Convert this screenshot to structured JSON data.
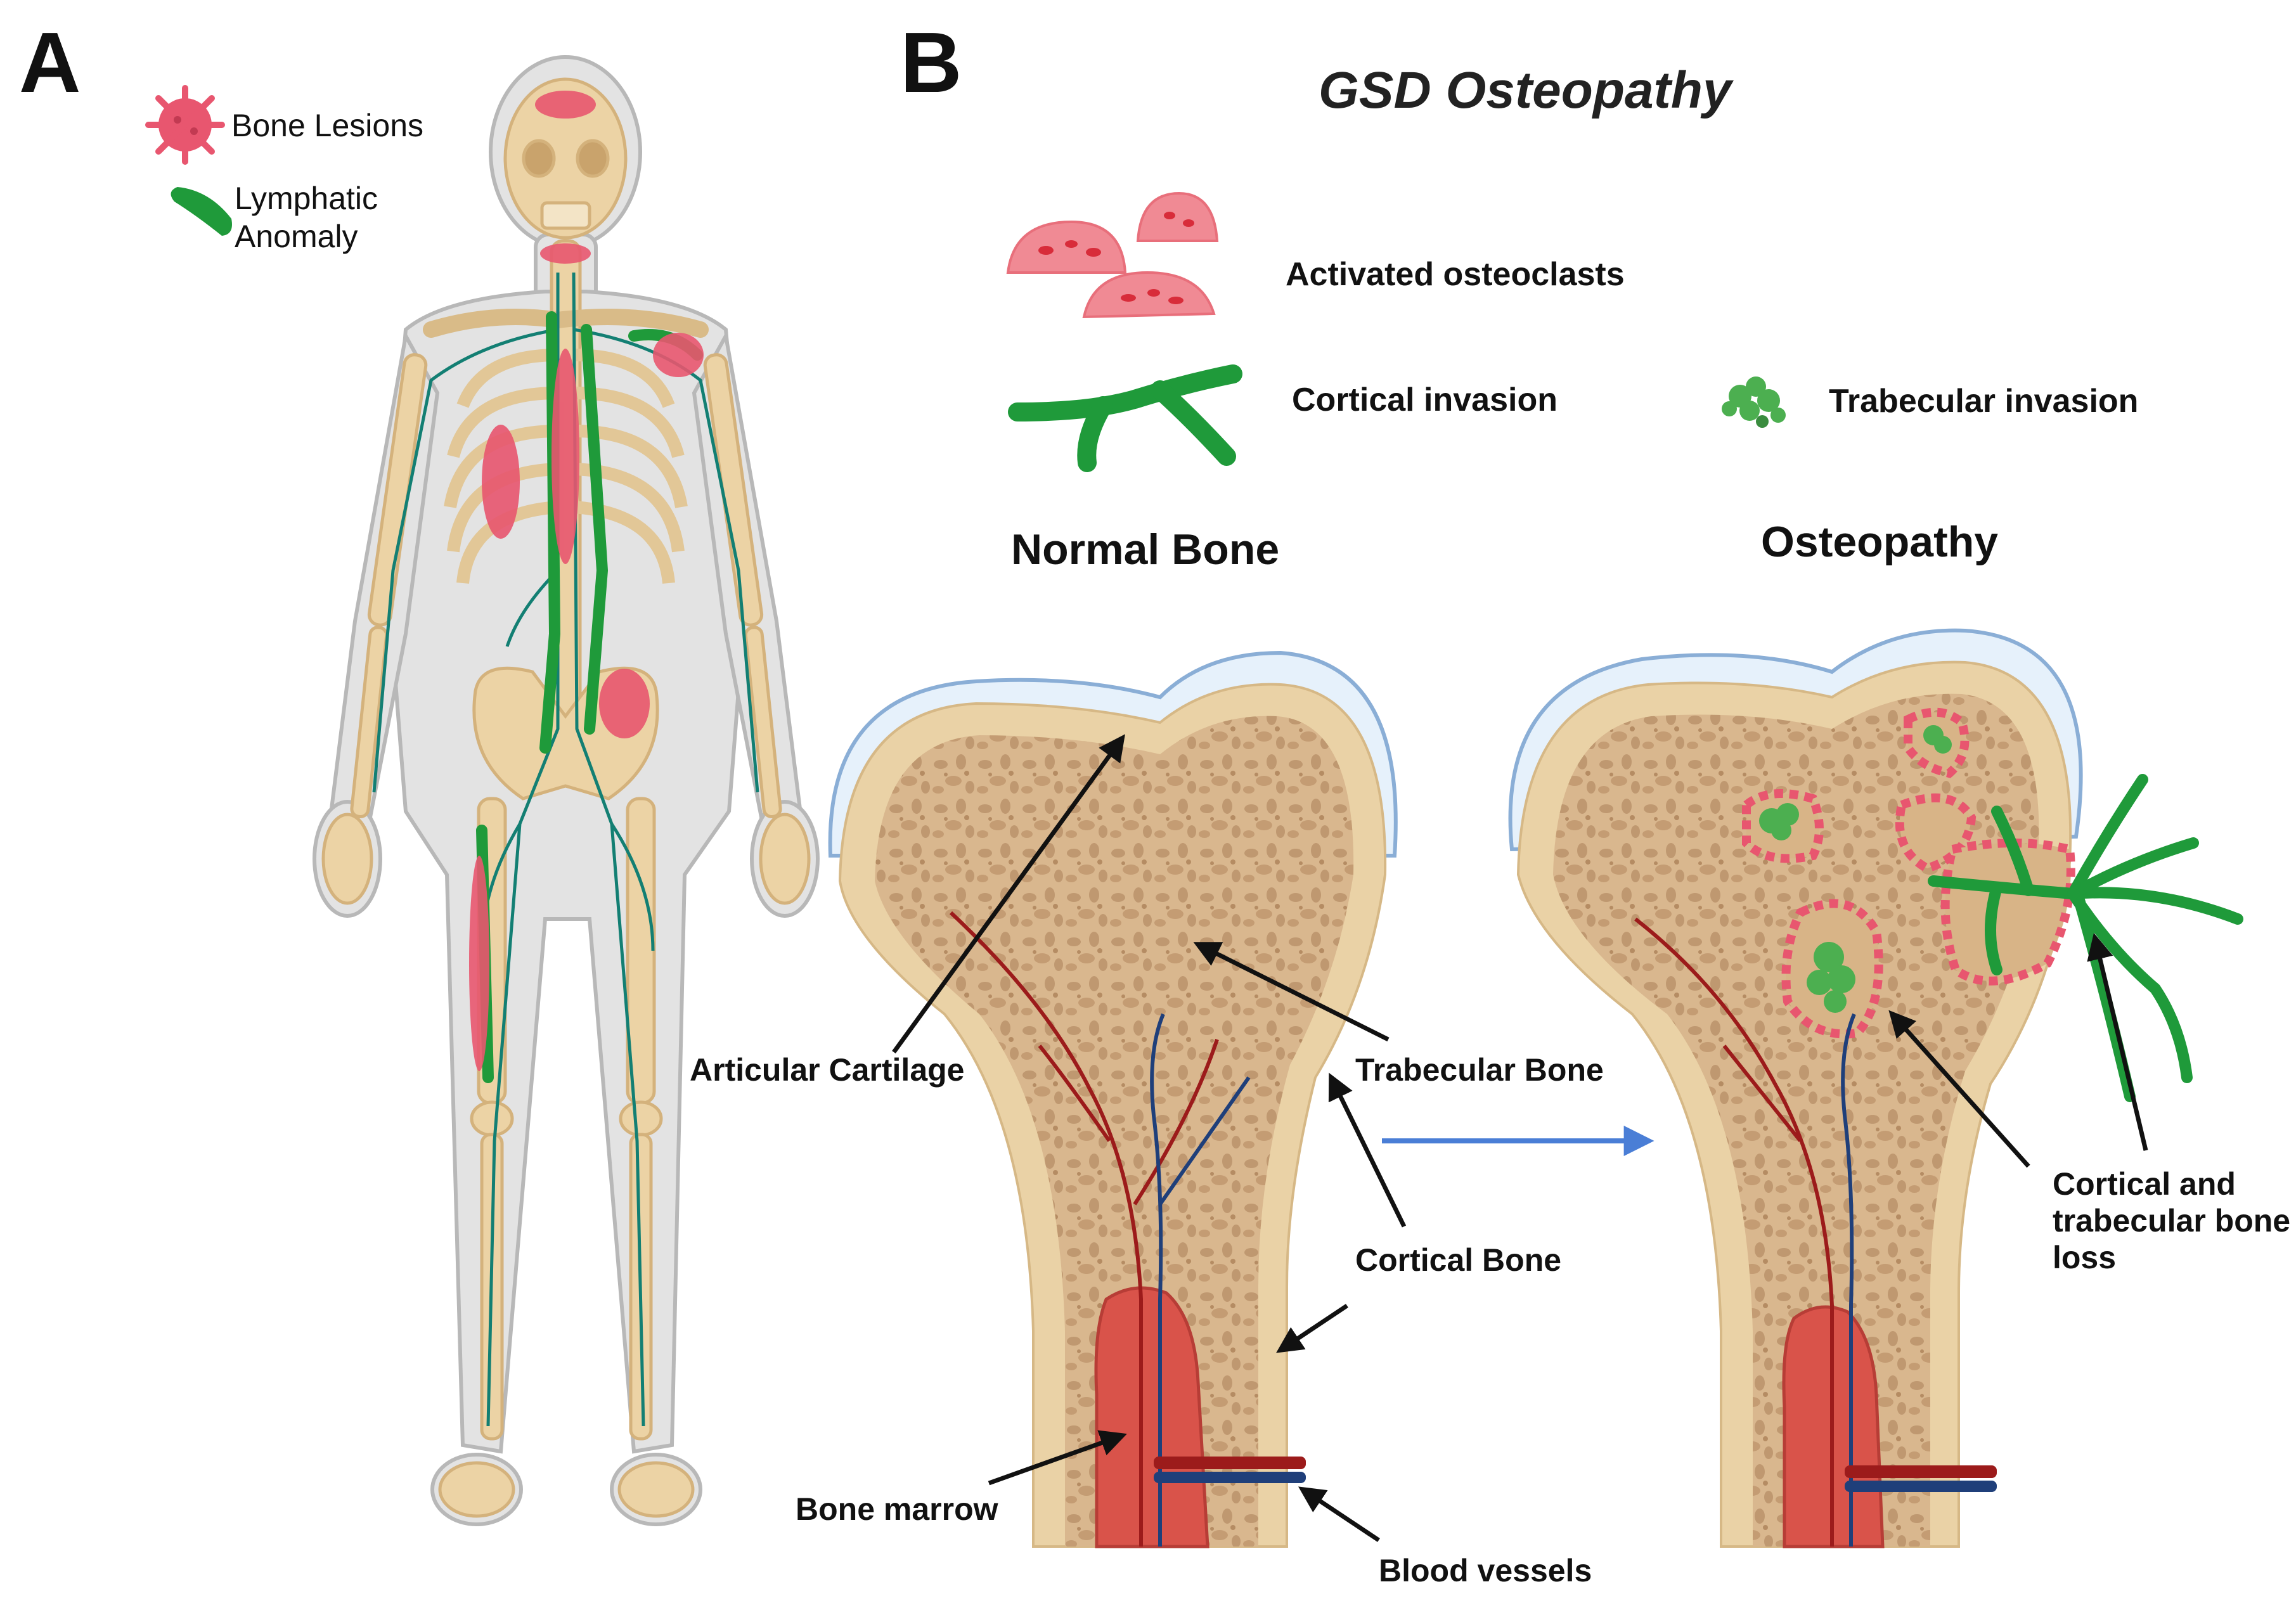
{
  "panel_a": {
    "letter": "A",
    "legend": {
      "bone_lesions": "Bone Lesions",
      "lymphatic_anomaly_line1": "Lymphatic",
      "lymphatic_anomaly_line2": "Anomaly"
    }
  },
  "panel_b": {
    "letter": "B",
    "title": "GSD Osteopathy",
    "legend": {
      "activated_osteoclasts": "Activated osteoclasts",
      "cortical_invasion": "Cortical invasion",
      "trabecular_invasion": "Trabecular invasion"
    },
    "normal_heading": "Normal Bone",
    "osteopathy_heading": "Osteopathy",
    "labels": {
      "articular_cartilage": "Articular Cartilage",
      "trabecular_bone": "Trabecular Bone",
      "cortical_bone": "Cortical Bone",
      "bone_marrow": "Bone marrow",
      "blood_vessels": "Blood vessels",
      "bone_loss_line1": "Cortical and",
      "bone_loss_line2": "trabecular bone",
      "bone_loss_line3": "loss"
    }
  },
  "colors": {
    "lesion": "#e8566f",
    "lymphatic": "#1f9a3a",
    "lymph_vessel": "#137f73",
    "bone": "#ead2a6",
    "trabecular": "#c9a27a",
    "cartilage": "#e6f1fb",
    "artery": "#9c1b1b",
    "vein": "#1f3f7a",
    "marrow": "#d9534a",
    "arrow_blue": "#4a7ed6"
  }
}
